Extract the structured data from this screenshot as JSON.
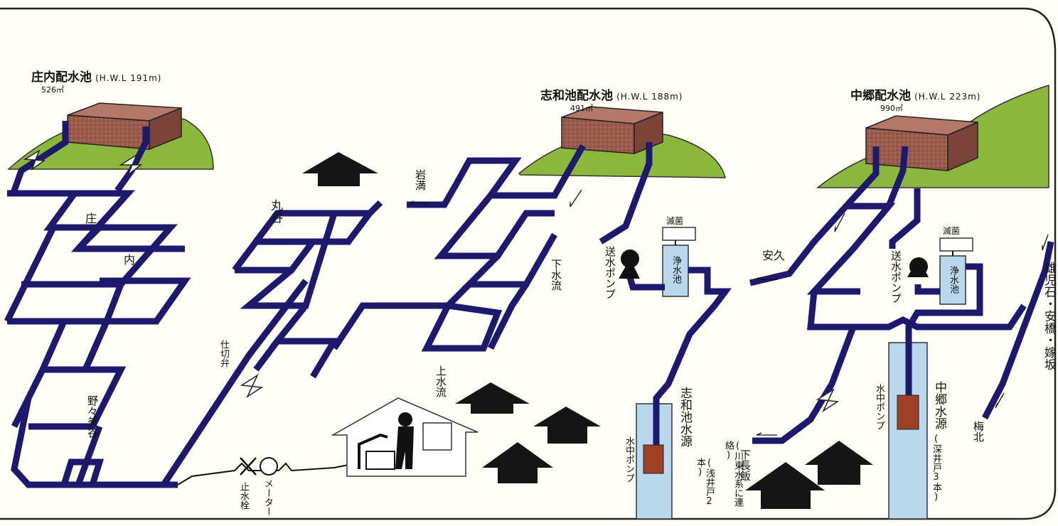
{
  "reservoirs": [
    {
      "name": "庄内配水池",
      "hwl": "(H.W.L 191m)",
      "capacity": "526㎥"
    },
    {
      "name": "志和池配水池",
      "hwl": "(H.W.L 188m)",
      "capacity": "491㎥"
    },
    {
      "name": "中郷配水池",
      "hwl": "(H.W.L 223m)",
      "capacity": "990㎥"
    }
  ],
  "districts": {
    "sho": "庄",
    "nai": "内",
    "marutani": "丸谷",
    "nonomitani": "野々美谷",
    "iwamitsu": "岩満",
    "shimomizuru": "下水流",
    "kamimizuru": "上水流",
    "anku": "安久",
    "shimonagaii": "下長飯",
    "umekita": "梅北",
    "onjiro": "雄児石・安橋・嫁坂"
  },
  "labels": {
    "gate_valve": "仕切弁",
    "stop_valve": "止水栓",
    "meter": "メーター",
    "sterilize_1": "滅菌",
    "sterilize_2": "滅菌",
    "clear_tank_1": "浄水池",
    "clear_tank_2": "浄水池",
    "pump_1": "送水ポンプ",
    "pump_2": "送水ポンプ",
    "sub_pump_1": "水中ポンプ",
    "sub_pump_2": "水中ポンプ",
    "source_shiwa": "志和池水源",
    "source_shiwa_note": "(浅井戸2本)",
    "source_nakago": "中郷水源",
    "source_nakago_note": "(深井戸3本)",
    "kawahigashi": "(川東水系に連絡)"
  },
  "colors": {
    "pipe": "#1d1a6e",
    "hill": "#8bb83c",
    "tank": "#9a5a4c",
    "water": "#b9d8ee",
    "pump_box": "#9d4025",
    "house": "#151515"
  }
}
